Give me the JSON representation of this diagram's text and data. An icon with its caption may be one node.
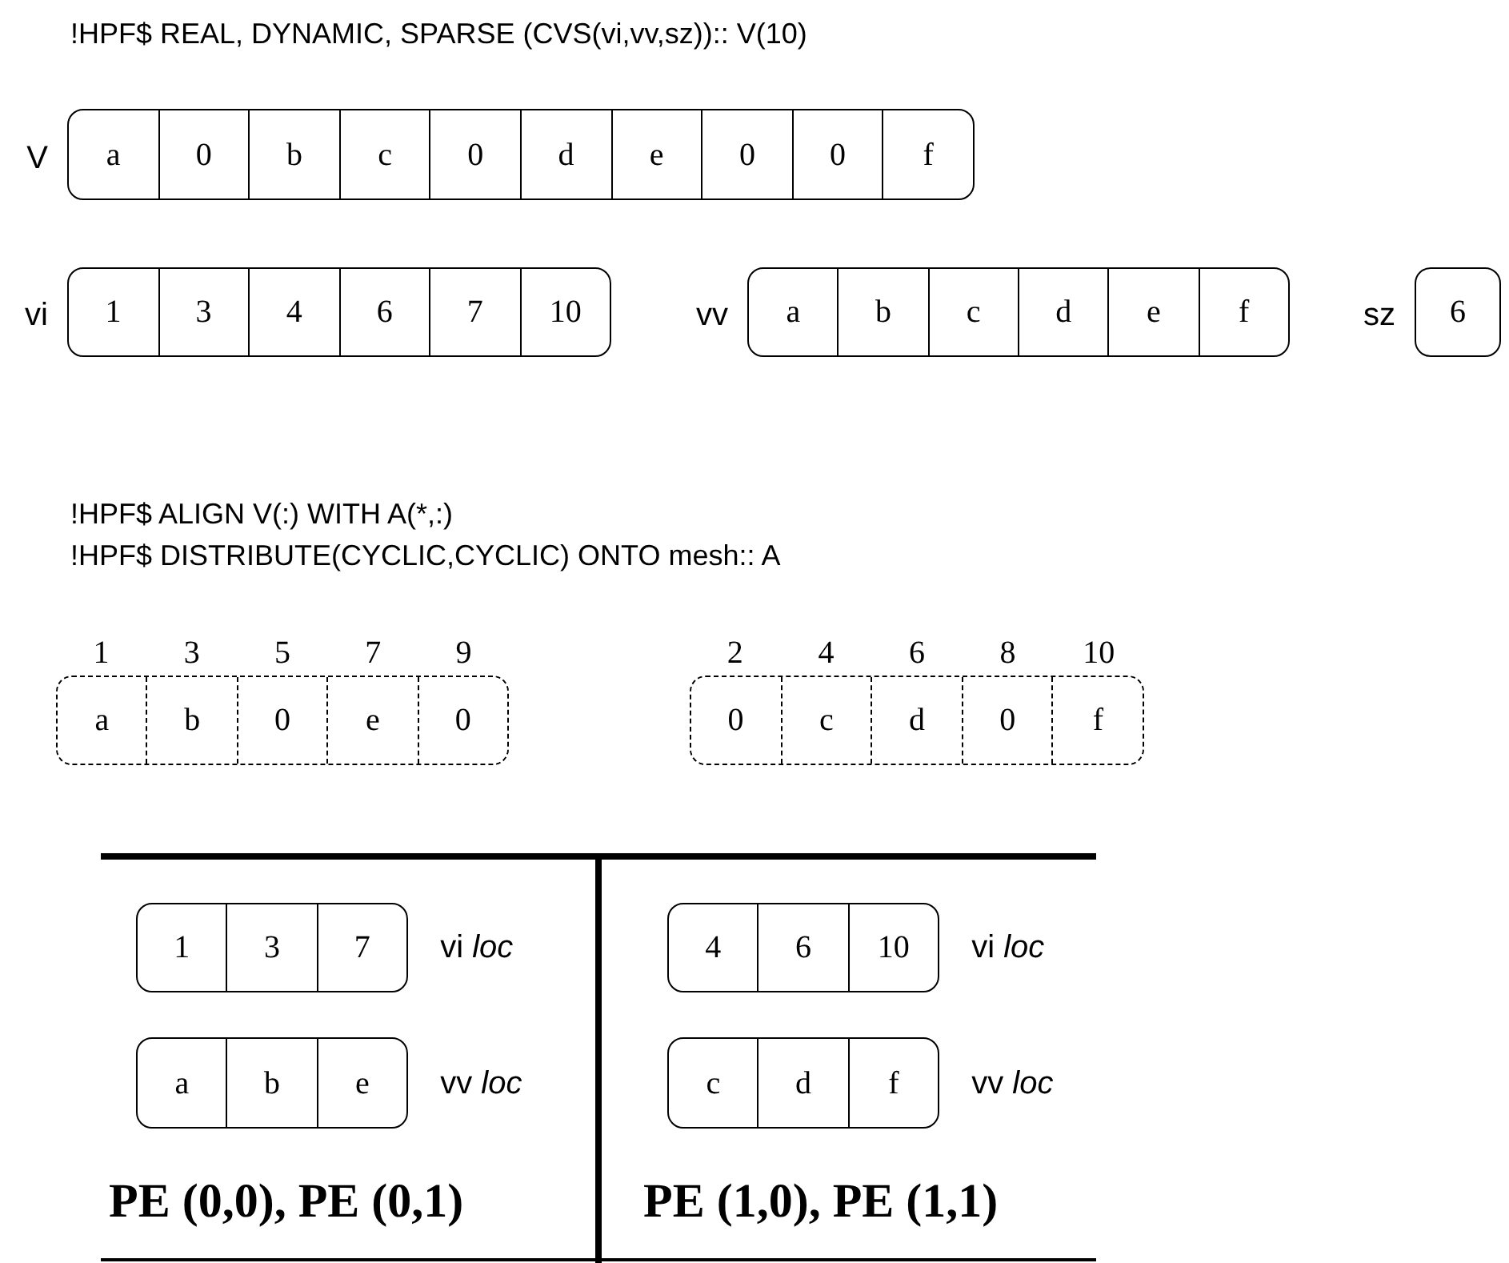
{
  "diagram": {
    "nodes": [
      {
        "text": [
          "a",
          "0",
          "b",
          "c",
          "0",
          "d",
          "e",
          "0",
          "0",
          "f"
        ],
        "beside": [
          "V"
        ]
      },
      {
        "text": [
          "1",
          "3",
          "4",
          "6",
          "7",
          "10"
        ],
        "beside": [
          "vi"
        ]
      },
      {
        "text": [
          "a",
          "b",
          "c",
          "d",
          "e",
          "f"
        ],
        "beside": [
          "vv"
        ]
      },
      {
        "text": [
          "6"
        ],
        "beside": [
          "sz"
        ]
      },
      {
        "text": [
          "a",
          "b",
          "0",
          "e",
          "0"
        ],
        "beside": [
          "1",
          "3",
          "5",
          "7",
          "9"
        ]
      },
      {
        "text": [
          "0",
          "c",
          "d",
          "0",
          "f"
        ],
        "beside": [
          "2",
          "4",
          "6",
          "8",
          "10"
        ]
      },
      {
        "text": [
          "1",
          "3",
          "7"
        ],
        "beside": [
          "vi *loc*"
        ]
      },
      {
        "text": [
          "a",
          "b",
          "e"
        ],
        "beside": [
          "vv *loc*"
        ]
      },
      {
        "text": [
          "4",
          "6",
          "10"
        ],
        "beside": [
          "vi *loc*"
        ]
      },
      {
        "text": [
          "c",
          "d",
          "f"
        ],
        "beside": [
          "vv *loc*"
        ]
      }
    ],
    "labels": [
      "!HPF$ REAL, DYNAMIC, SPARSE (CVS(vi,vv,sz)):: V(10)",
      "!HPF$ ALIGN V(:) WITH A(*,:)",
      "!HPF$ DISTRIBUTE(CYCLIC,CYCLIC) ONTO mesh:: A",
      "PE (0,0), PE (0,1)",
      "PE (1,0), PE (1,1)"
    ]
  }
}
